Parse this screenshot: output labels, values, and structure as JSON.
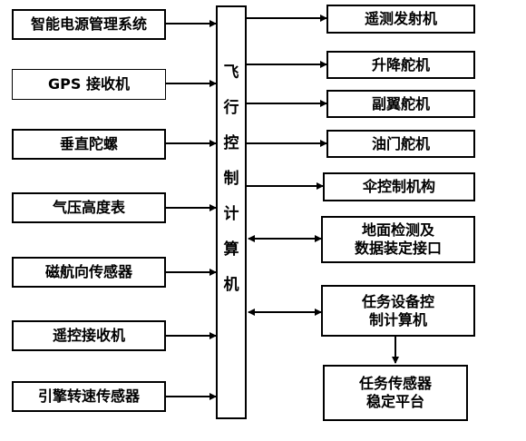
{
  "inputs": [
    "智能电源管理系统",
    "GPS 接收机",
    "垂直陀螺",
    "气压高度表",
    "磁航向传感器",
    "遥控接收机",
    "引擎转速传感器"
  ],
  "center": [
    "飞",
    "行",
    "控",
    "制",
    "计",
    "算",
    "机"
  ],
  "outputs": [
    "遥测发射机",
    "升降舵机",
    "副翼舵机",
    "油门舵机",
    "伞控制机构"
  ],
  "bidirectional": [
    "地面检测及\n数据装定接口",
    "任务设备控\n制计算机"
  ],
  "sub": "任务传感器\n稳定平台"
}
